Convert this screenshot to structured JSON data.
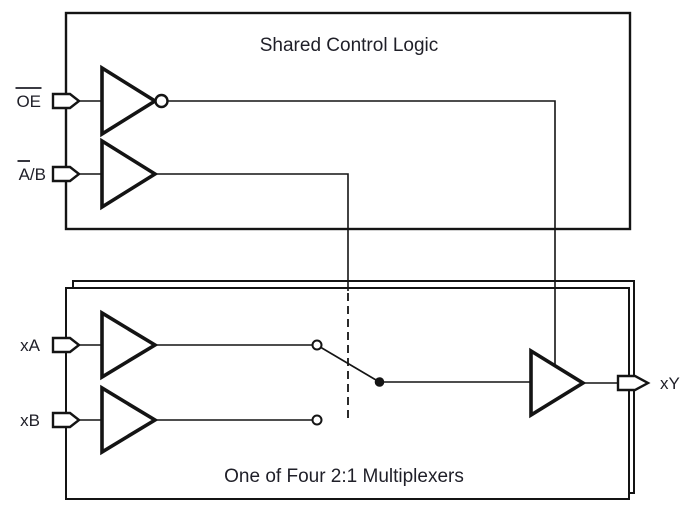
{
  "colors": {
    "line": "#141414",
    "text": "#1f1f28",
    "background": "#ffffff"
  },
  "top_box": {
    "title": "Shared Control Logic",
    "inputs": [
      {
        "id": "oe",
        "label": "OE",
        "overline": "full",
        "gate": "inverter"
      },
      {
        "id": "ab",
        "label": "A/B",
        "overline": "first-char",
        "gate": "buffer"
      }
    ]
  },
  "mux_box": {
    "title": "One of Four 2:1 Multiplexers",
    "inputs": [
      {
        "id": "xa",
        "label": "xA",
        "gate": "buffer"
      },
      {
        "id": "xb",
        "label": "xB",
        "gate": "buffer"
      }
    ],
    "output": {
      "id": "xy",
      "label": "xY",
      "gate": "buffer"
    }
  }
}
